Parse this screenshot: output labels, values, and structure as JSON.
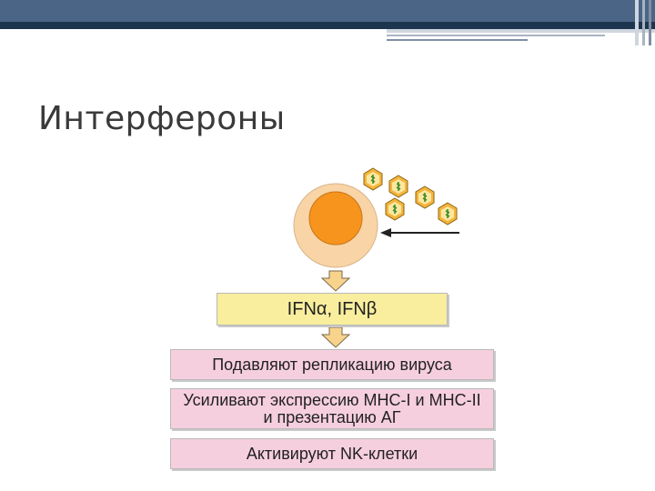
{
  "slide": {
    "title": "Интерфероны"
  },
  "diagram": {
    "ifn_label_prefix": "IFN",
    "ifn_label_alpha": "α",
    "ifn_label_sep": ", IFN",
    "ifn_label_beta": "β",
    "effects": [
      "Подавляют репликацию вируса",
      "Усиливают экспрессию MHC-I и MHC-II",
      "и презентацию АГ",
      "Активируют NK-клетки"
    ]
  },
  "colors": {
    "header_dark": "#1e3550",
    "header_mid": "#4a6585",
    "cell_outer": "#f8d4a6",
    "cell_nucleus": "#f7941d",
    "arrow_fill": "#f7d38c",
    "ifn_box": "#f8ee9e",
    "effect_box": "#f6cfdf",
    "virus_fill": "#f5b53c",
    "virus_inner": "#fce7a0",
    "virus_core": "#3b8b2b"
  }
}
